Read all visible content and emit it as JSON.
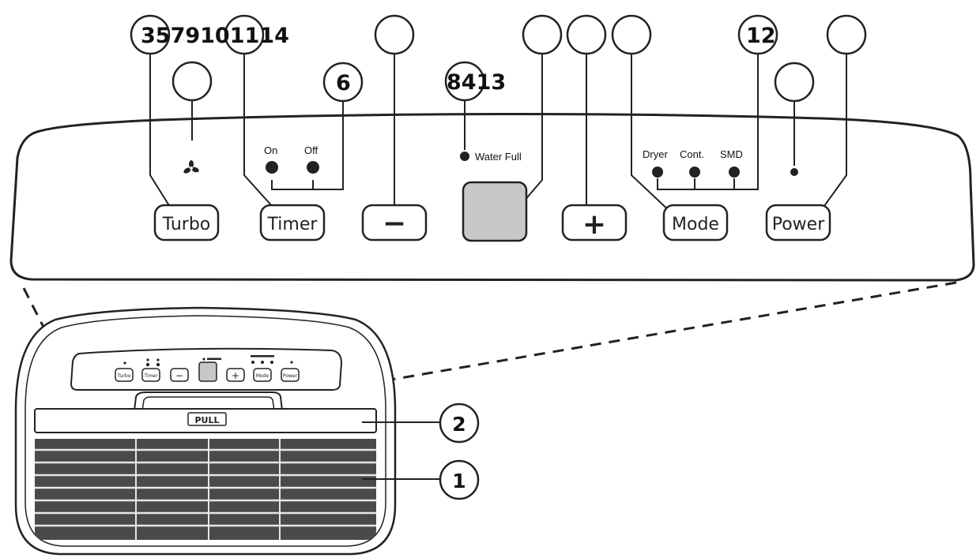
{
  "callouts": {
    "top_left_numbers": "3579101114",
    "timer_number": "6",
    "water_full_number": "8413",
    "mode_number": "12",
    "front_panel_number": "2",
    "grille_number": "1"
  },
  "panel": {
    "indicators": {
      "timer_on": "On",
      "timer_off": "Off",
      "water_full": "Water Full",
      "dryer": "Dryer",
      "cont": "Cont.",
      "smd": "SMD"
    },
    "buttons": {
      "turbo": "Turbo",
      "timer": "Timer",
      "minus": "−",
      "plus": "+",
      "mode": "Mode",
      "power": "Power"
    }
  },
  "device": {
    "pull_label": "PULL",
    "mini_buttons": {
      "turbo": "Turbo",
      "timer": "Timer",
      "minus": "−",
      "plus": "+",
      "mode": "Mode",
      "power": "Power"
    }
  },
  "colors": {
    "stroke": "#222222",
    "display": "#c8c8c8",
    "grille": "#4a4a4a"
  }
}
